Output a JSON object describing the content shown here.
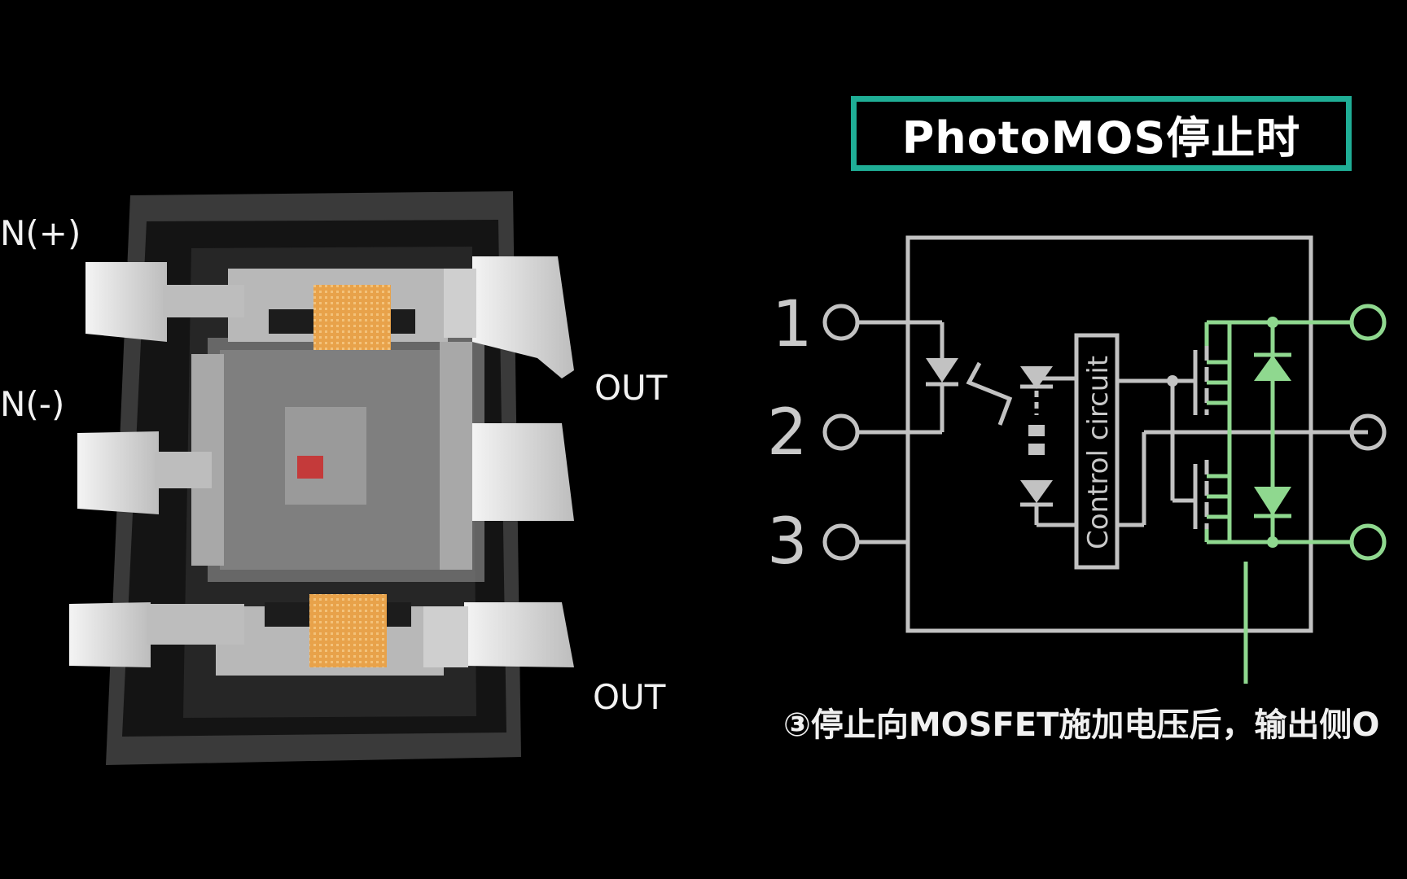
{
  "package": {
    "labels": {
      "in_plus": "N(+)",
      "in_minus": "N(-)",
      "out_top": "OUT",
      "out_bottom": "OUT"
    }
  },
  "title": "PhotoMOS停止时",
  "schematic": {
    "pins": [
      "1",
      "2",
      "3"
    ],
    "control_block_label": "Control circuit"
  },
  "caption": "③停止向MOSFET施加电压后，输出侧O",
  "colors": {
    "accent_teal": "#1fae96",
    "wire_gray": "#c2c2c2",
    "wire_green": "#8fd88f",
    "die_orange": "#e8a24a"
  }
}
